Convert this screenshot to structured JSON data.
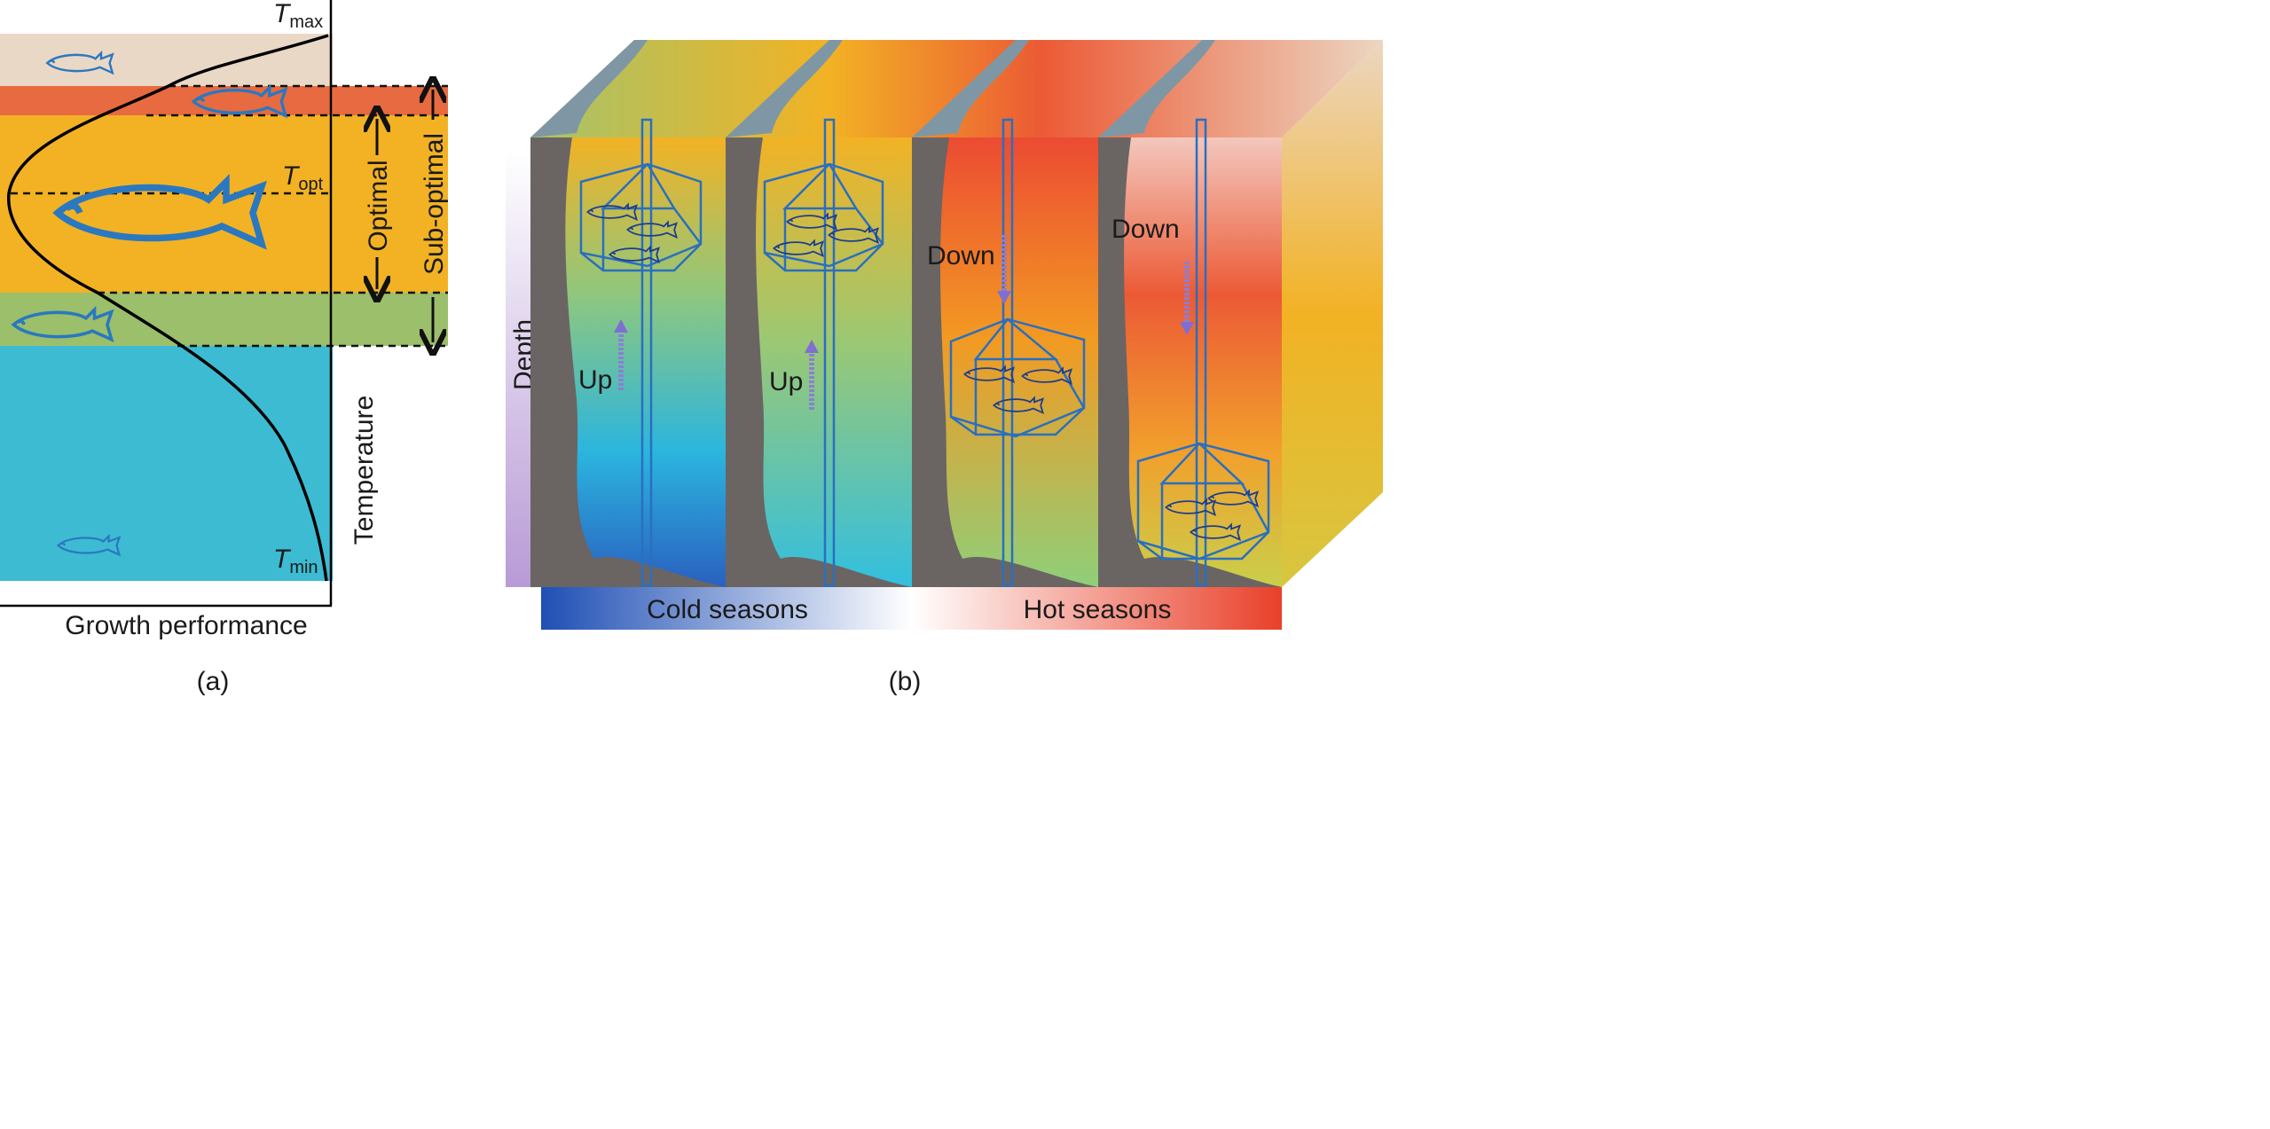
{
  "panel_a": {
    "t_max": {
      "base": "T",
      "sub": "max"
    },
    "t_opt": {
      "base": "T",
      "sub": "opt"
    },
    "t_min": {
      "base": "T",
      "sub": "min"
    },
    "y_axis_label": "Temperature",
    "x_axis_label": "Growth performance",
    "range_optimal": "Optimal",
    "range_sub_optimal": "Sub-optimal",
    "caption": "(a)",
    "colors": {
      "too_hot": "#ead8c6",
      "hot": "#e86a40",
      "optimal": "#f2b224",
      "cool": "#9bbf6a",
      "cold": "#3dbbd2"
    }
  },
  "panel_b": {
    "depth_label": "Depth",
    "up_label_1": "Up",
    "up_label_2": "Up",
    "down_label_1": "Down",
    "down_label_2": "Down",
    "cold_seasons": "Cold seasons",
    "hot_seasons": "Hot seasons",
    "caption": "(b)"
  }
}
